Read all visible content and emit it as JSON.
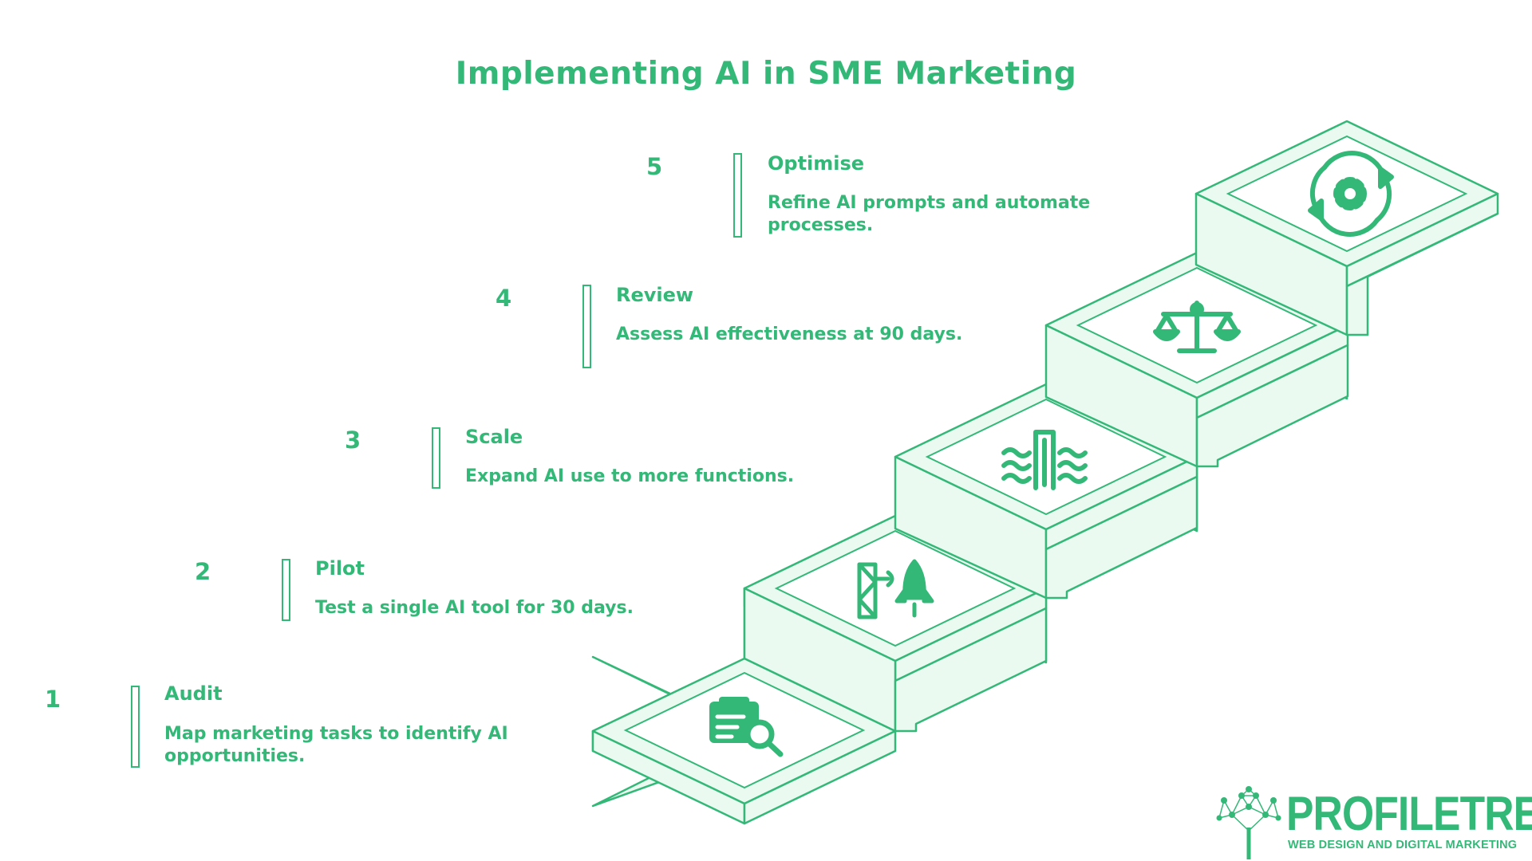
{
  "title": "Implementing AI in SME Marketing",
  "steps": [
    {
      "number": "1",
      "heading": "Audit",
      "description": "Map marketing tasks to identify AI opportunities.",
      "icon": "clipboard-search-icon"
    },
    {
      "number": "2",
      "heading": "Pilot",
      "description": "Test a single AI tool for 30 days.",
      "icon": "launch-tower-rocket-icon"
    },
    {
      "number": "3",
      "heading": "Scale",
      "description": "Expand AI use to more functions.",
      "icon": "growth-building-icon"
    },
    {
      "number": "4",
      "heading": "Review",
      "description": "Assess AI effectiveness at 90 days.",
      "icon": "balance-scale-icon"
    },
    {
      "number": "5",
      "heading": "Optimise",
      "description": "Refine AI prompts and automate processes.",
      "icon": "gear-cycle-icon"
    }
  ],
  "logo": {
    "name": "PROFILETREE",
    "tagline": "WEB DESIGN AND DIGITAL MARKETING",
    "icon": "network-tree-icon"
  },
  "colors": {
    "accent": "#34b878",
    "step_fill": "#eafaf1",
    "background": "#ffffff"
  }
}
